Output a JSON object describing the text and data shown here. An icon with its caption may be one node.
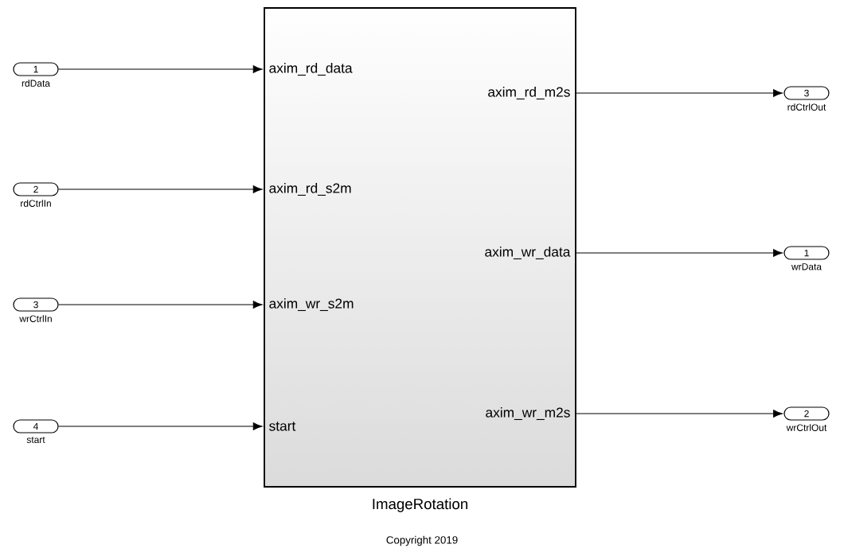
{
  "diagram": {
    "caption": "Copyright 2019",
    "nodes": [
      {
        "text": [
          "1"
        ],
        "beside": [
          "rdData"
        ]
      },
      {
        "text": [
          "2"
        ],
        "beside": [
          "rdCtrlIn"
        ]
      },
      {
        "text": [
          "3"
        ],
        "beside": [
          "wrCtrlIn"
        ]
      },
      {
        "text": [
          "4"
        ],
        "beside": [
          "start"
        ]
      },
      {
        "text": [
          "ImageRotation"
        ]
      },
      {
        "text": [
          "3"
        ],
        "beside": [
          "rdCtrlOut"
        ]
      },
      {
        "text": [
          "1"
        ],
        "beside": [
          "wrData"
        ]
      },
      {
        "text": [
          "2"
        ],
        "beside": [
          "wrCtrlOut"
        ]
      }
    ],
    "edges": [
      {
        "from": 0,
        "to": 4,
        "arrow": "to"
      },
      {
        "from": 1,
        "to": 4,
        "arrow": "to"
      },
      {
        "from": 2,
        "to": 4,
        "arrow": "to"
      },
      {
        "from": 3,
        "to": 4,
        "arrow": "to"
      },
      {
        "from": 4,
        "to": 5,
        "arrow": "to"
      },
      {
        "from": 4,
        "to": 6,
        "arrow": "to"
      },
      {
        "from": 4,
        "to": 7,
        "arrow": "to"
      }
    ],
    "labels": [
      "axim_rd_data",
      "axim_rd_m2s",
      "axim_rd_s2m",
      "axim_wr_data",
      "axim_wr_s2m",
      "axim_wr_m2s",
      "start"
    ]
  }
}
